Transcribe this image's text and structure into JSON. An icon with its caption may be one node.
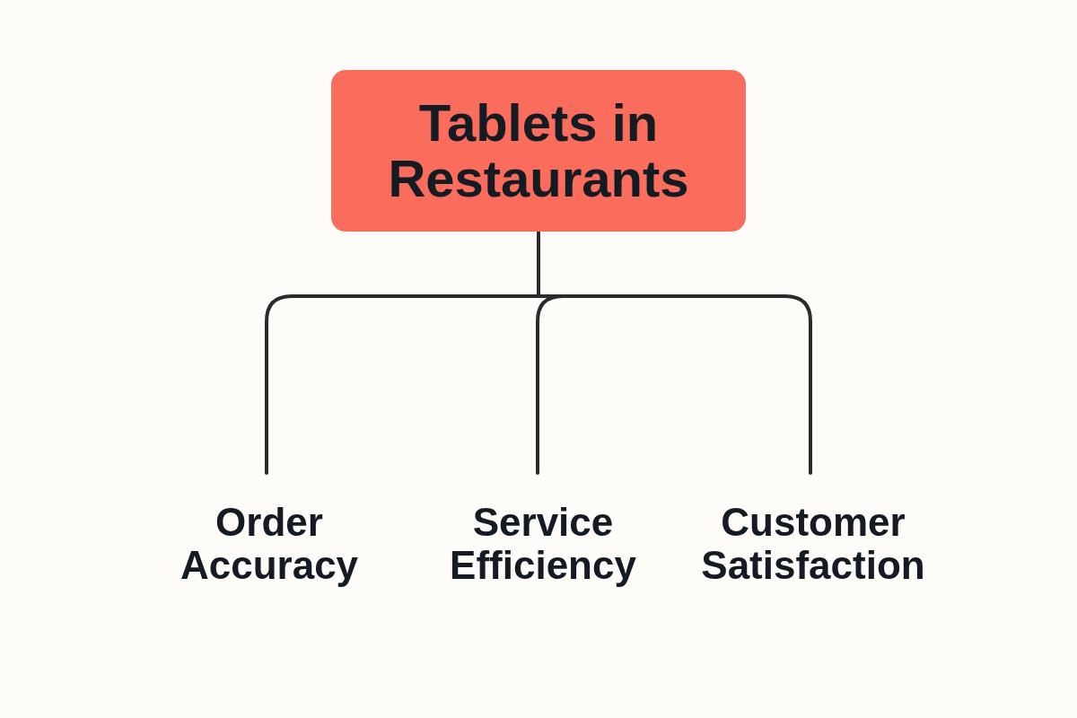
{
  "diagram": {
    "nodes": [
      {
        "text": [
          "Tablets in Restaurants"
        ]
      },
      {
        "text": [
          "Order Accuracy"
        ]
      },
      {
        "text": [
          "Service Efficiency"
        ]
      },
      {
        "text": [
          "Customer Satisfaction"
        ]
      }
    ],
    "edges": [
      {
        "from": 0,
        "to": 1,
        "arrow": "none"
      },
      {
        "from": 0,
        "to": 2,
        "arrow": "none"
      },
      {
        "from": 0,
        "to": 3,
        "arrow": "none"
      }
    ]
  }
}
